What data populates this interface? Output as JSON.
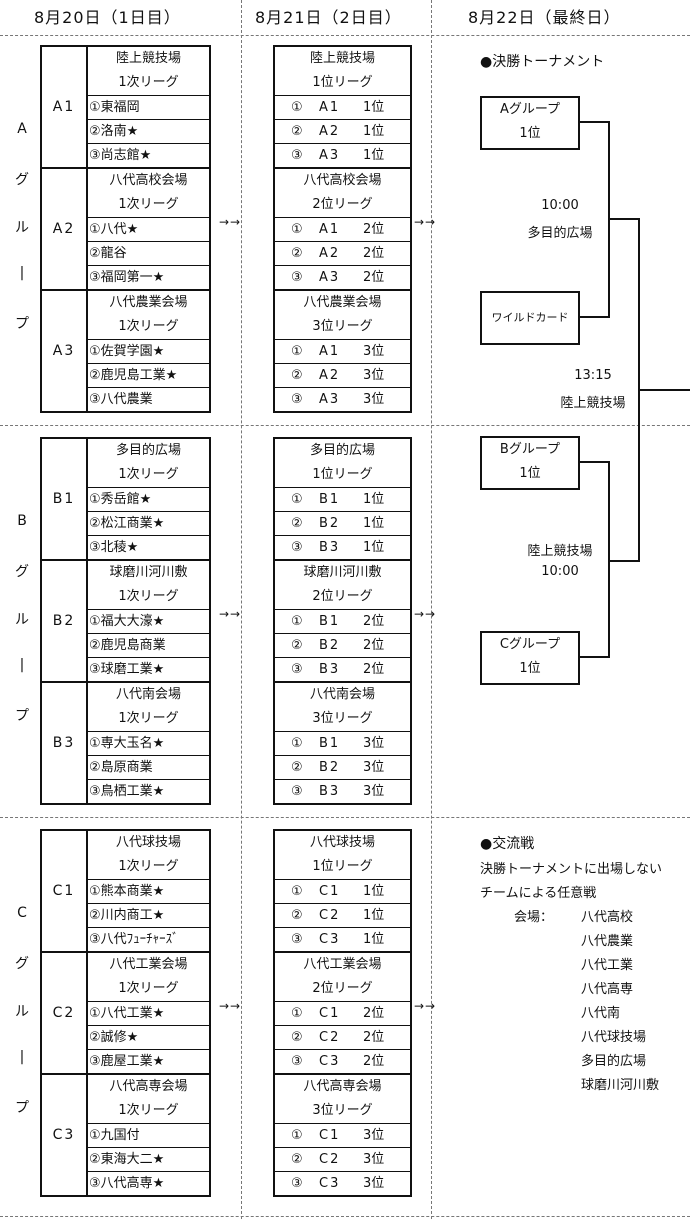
{
  "headers": [
    "8月20日（1日目）",
    "8月21日（2日目）",
    "8月22日（最終日）"
  ],
  "groups": [
    {
      "label_chars": [
        "A",
        "グ",
        "ル",
        "|",
        "プ"
      ],
      "day1": [
        {
          "code": "A1",
          "venue": "陸上競技場",
          "league": "1次リーグ",
          "teams": [
            "①東福岡",
            "②洛南★",
            "③尚志館★"
          ]
        },
        {
          "code": "A2",
          "venue": "八代高校会場",
          "league": "1次リーグ",
          "teams": [
            "①八代★",
            "②龍谷",
            "③福岡第一★"
          ]
        },
        {
          "code": "A3",
          "venue": "八代農業会場",
          "league": "1次リーグ",
          "teams": [
            "①佐賀学園★",
            "②鹿児島工業★",
            "③八代農業"
          ]
        }
      ],
      "day2": [
        {
          "venue": "陸上競技場",
          "league": "1位リーグ",
          "slots": [
            [
              "①",
              "A1",
              "1位"
            ],
            [
              "②",
              "A2",
              "1位"
            ],
            [
              "③",
              "A3",
              "1位"
            ]
          ]
        },
        {
          "venue": "八代高校会場",
          "league": "2位リーグ",
          "slots": [
            [
              "①",
              "A1",
              "2位"
            ],
            [
              "②",
              "A2",
              "2位"
            ],
            [
              "③",
              "A3",
              "2位"
            ]
          ]
        },
        {
          "venue": "八代農業会場",
          "league": "3位リーグ",
          "slots": [
            [
              "①",
              "A1",
              "3位"
            ],
            [
              "②",
              "A2",
              "3位"
            ],
            [
              "③",
              "A3",
              "3位"
            ]
          ]
        }
      ]
    },
    {
      "label_chars": [
        "B",
        "グ",
        "ル",
        "|",
        "プ"
      ],
      "day1": [
        {
          "code": "B1",
          "venue": "多目的広場",
          "league": "1次リーグ",
          "teams": [
            "①秀岳館★",
            "②松江商業★",
            "③北稜★"
          ]
        },
        {
          "code": "B2",
          "venue": "球磨川河川敷",
          "league": "1次リーグ",
          "teams": [
            "①福大大濠★",
            "②鹿児島商業",
            "③球磨工業★"
          ]
        },
        {
          "code": "B3",
          "venue": "八代南会場",
          "league": "1次リーグ",
          "teams": [
            "①専大玉名★",
            "②島原商業",
            "③鳥栖工業★"
          ]
        }
      ],
      "day2": [
        {
          "venue": "多目的広場",
          "league": "1位リーグ",
          "slots": [
            [
              "①",
              "B1",
              "1位"
            ],
            [
              "②",
              "B2",
              "1位"
            ],
            [
              "③",
              "B3",
              "1位"
            ]
          ]
        },
        {
          "venue": "球磨川河川敷",
          "league": "2位リーグ",
          "slots": [
            [
              "①",
              "B1",
              "2位"
            ],
            [
              "②",
              "B2",
              "2位"
            ],
            [
              "③",
              "B3",
              "2位"
            ]
          ]
        },
        {
          "venue": "八代南会場",
          "league": "3位リーグ",
          "slots": [
            [
              "①",
              "B1",
              "3位"
            ],
            [
              "②",
              "B2",
              "3位"
            ],
            [
              "③",
              "B3",
              "3位"
            ]
          ]
        }
      ]
    },
    {
      "label_chars": [
        "C",
        "グ",
        "ル",
        "|",
        "プ"
      ],
      "day1": [
        {
          "code": "C1",
          "venue": "八代球技場",
          "league": "1次リーグ",
          "teams": [
            "①熊本商業★",
            "②川内商工★",
            "③八代ﾌｭｰﾁｬｰｽﾞ"
          ]
        },
        {
          "code": "C2",
          "venue": "八代工業会場",
          "league": "1次リーグ",
          "teams": [
            "①八代工業★",
            "②誠修★",
            "③鹿屋工業★"
          ]
        },
        {
          "code": "C3",
          "venue": "八代高専会場",
          "league": "1次リーグ",
          "teams": [
            "①九国付",
            "②東海大二★",
            "③八代高専★"
          ]
        }
      ],
      "day2": [
        {
          "venue": "八代球技場",
          "league": "1位リーグ",
          "slots": [
            [
              "①",
              "C1",
              "1位"
            ],
            [
              "②",
              "C2",
              "1位"
            ],
            [
              "③",
              "C3",
              "1位"
            ]
          ]
        },
        {
          "venue": "八代工業会場",
          "league": "2位リーグ",
          "slots": [
            [
              "①",
              "C1",
              "2位"
            ],
            [
              "②",
              "C2",
              "2位"
            ],
            [
              "③",
              "C3",
              "2位"
            ]
          ]
        },
        {
          "venue": "八代高専会場",
          "league": "3位リーグ",
          "slots": [
            [
              "①",
              "C1",
              "3位"
            ],
            [
              "②",
              "C2",
              "3位"
            ],
            [
              "③",
              "C3",
              "3位"
            ]
          ]
        }
      ]
    }
  ],
  "arrow": "→→",
  "final": {
    "title": "●決勝トーナメント",
    "boxes": {
      "a": [
        "Aグループ",
        "1位"
      ],
      "wild": "ワイルドカード",
      "b": [
        "Bグループ",
        "1位"
      ],
      "c": [
        "Cグループ",
        "1位"
      ]
    },
    "match1": [
      "10:00",
      "多目的広場"
    ],
    "match2": [
      "13:15",
      "陸上競技場"
    ],
    "match3": [
      "陸上競技場",
      "10:00"
    ]
  },
  "exchange": {
    "title": "●交流戦",
    "desc": [
      "決勝トーナメントに出場しない",
      "チームによる任意戦"
    ],
    "venue_label": "会場：",
    "venues": [
      "八代高校",
      "八代農業",
      "八代工業",
      "八代高専",
      "八代南",
      "八代球技場",
      "多目的広場",
      "球磨川河川敷"
    ]
  }
}
